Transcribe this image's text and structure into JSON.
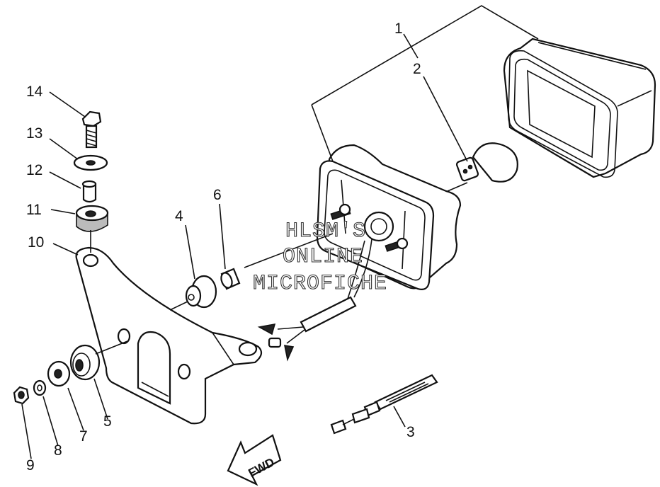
{
  "labels": {
    "l1": "1",
    "l2": "2",
    "l3": "3",
    "l4": "4",
    "l5": "5",
    "l6": "6",
    "l7": "7",
    "l8": "8",
    "l9": "9",
    "l10": "10",
    "l11": "11",
    "l12": "12",
    "l13": "13",
    "l14": "14"
  },
  "watermark": {
    "line1": "HLSM'S",
    "line2": "ONLINE",
    "line3": "MICROFICHE"
  },
  "direction": {
    "label": "FWD"
  }
}
